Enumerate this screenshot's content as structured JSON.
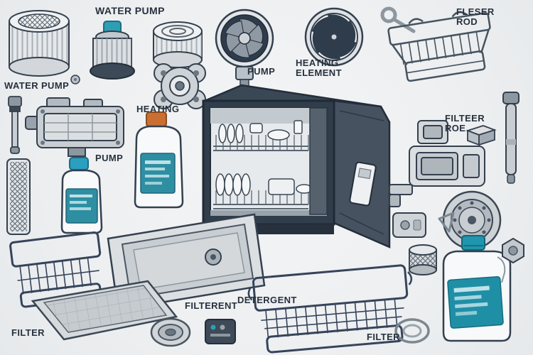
{
  "canvas": {
    "background": "#edeff1",
    "ink": "#34404e",
    "accent_teal": "#2d9fb5",
    "label_teal": "#1f8fa6",
    "accent_orange": "#c96f33"
  },
  "labels": {
    "water_pump_top": {
      "text": "WATER PUMP"
    },
    "fleser_rod": {
      "text": "FLESER ROD"
    },
    "pump_top": {
      "text": "PUMP"
    },
    "heating_element": {
      "text": "HEATING ELEMENT"
    },
    "water_pump_left": {
      "text": "WATER PUMP"
    },
    "heating": {
      "text": "HEATING"
    },
    "filteer_roe": {
      "text": "FILTEER ROE"
    },
    "pump_mid": {
      "text": "PUMP"
    },
    "filterent": {
      "text": "FILTERENT"
    },
    "detergent": {
      "text": "DETERGENT"
    },
    "filter_bottom_left": {
      "text": "FILTER"
    },
    "filter_bottom_center": {
      "text": "FILTER"
    }
  },
  "parts": [
    "filter-cartridge-large",
    "pump-with-cap",
    "filter-cartridge-spiral",
    "mounting-plate",
    "impeller-fan",
    "fan-wheel",
    "key-handle",
    "wire-basket-top-right",
    "metal-rod",
    "small-connector-box",
    "molded-panels",
    "water-pump-assembly",
    "sensor-rod",
    "flat-filter-column",
    "detergent-bottle-orange-cap",
    "detergent-bottle-blue-cap",
    "dishwasher-open",
    "door-tray",
    "wire-basket-left",
    "drain-tray",
    "rubber-seal-ring",
    "control-module",
    "wire-basket-center",
    "pump-cover-strainer",
    "knurled-cylinder",
    "detergent-jug",
    "hex-nut",
    "mounting-bracket",
    "spare-block",
    "wire-clip",
    "small-gasket",
    "bolt-small"
  ]
}
